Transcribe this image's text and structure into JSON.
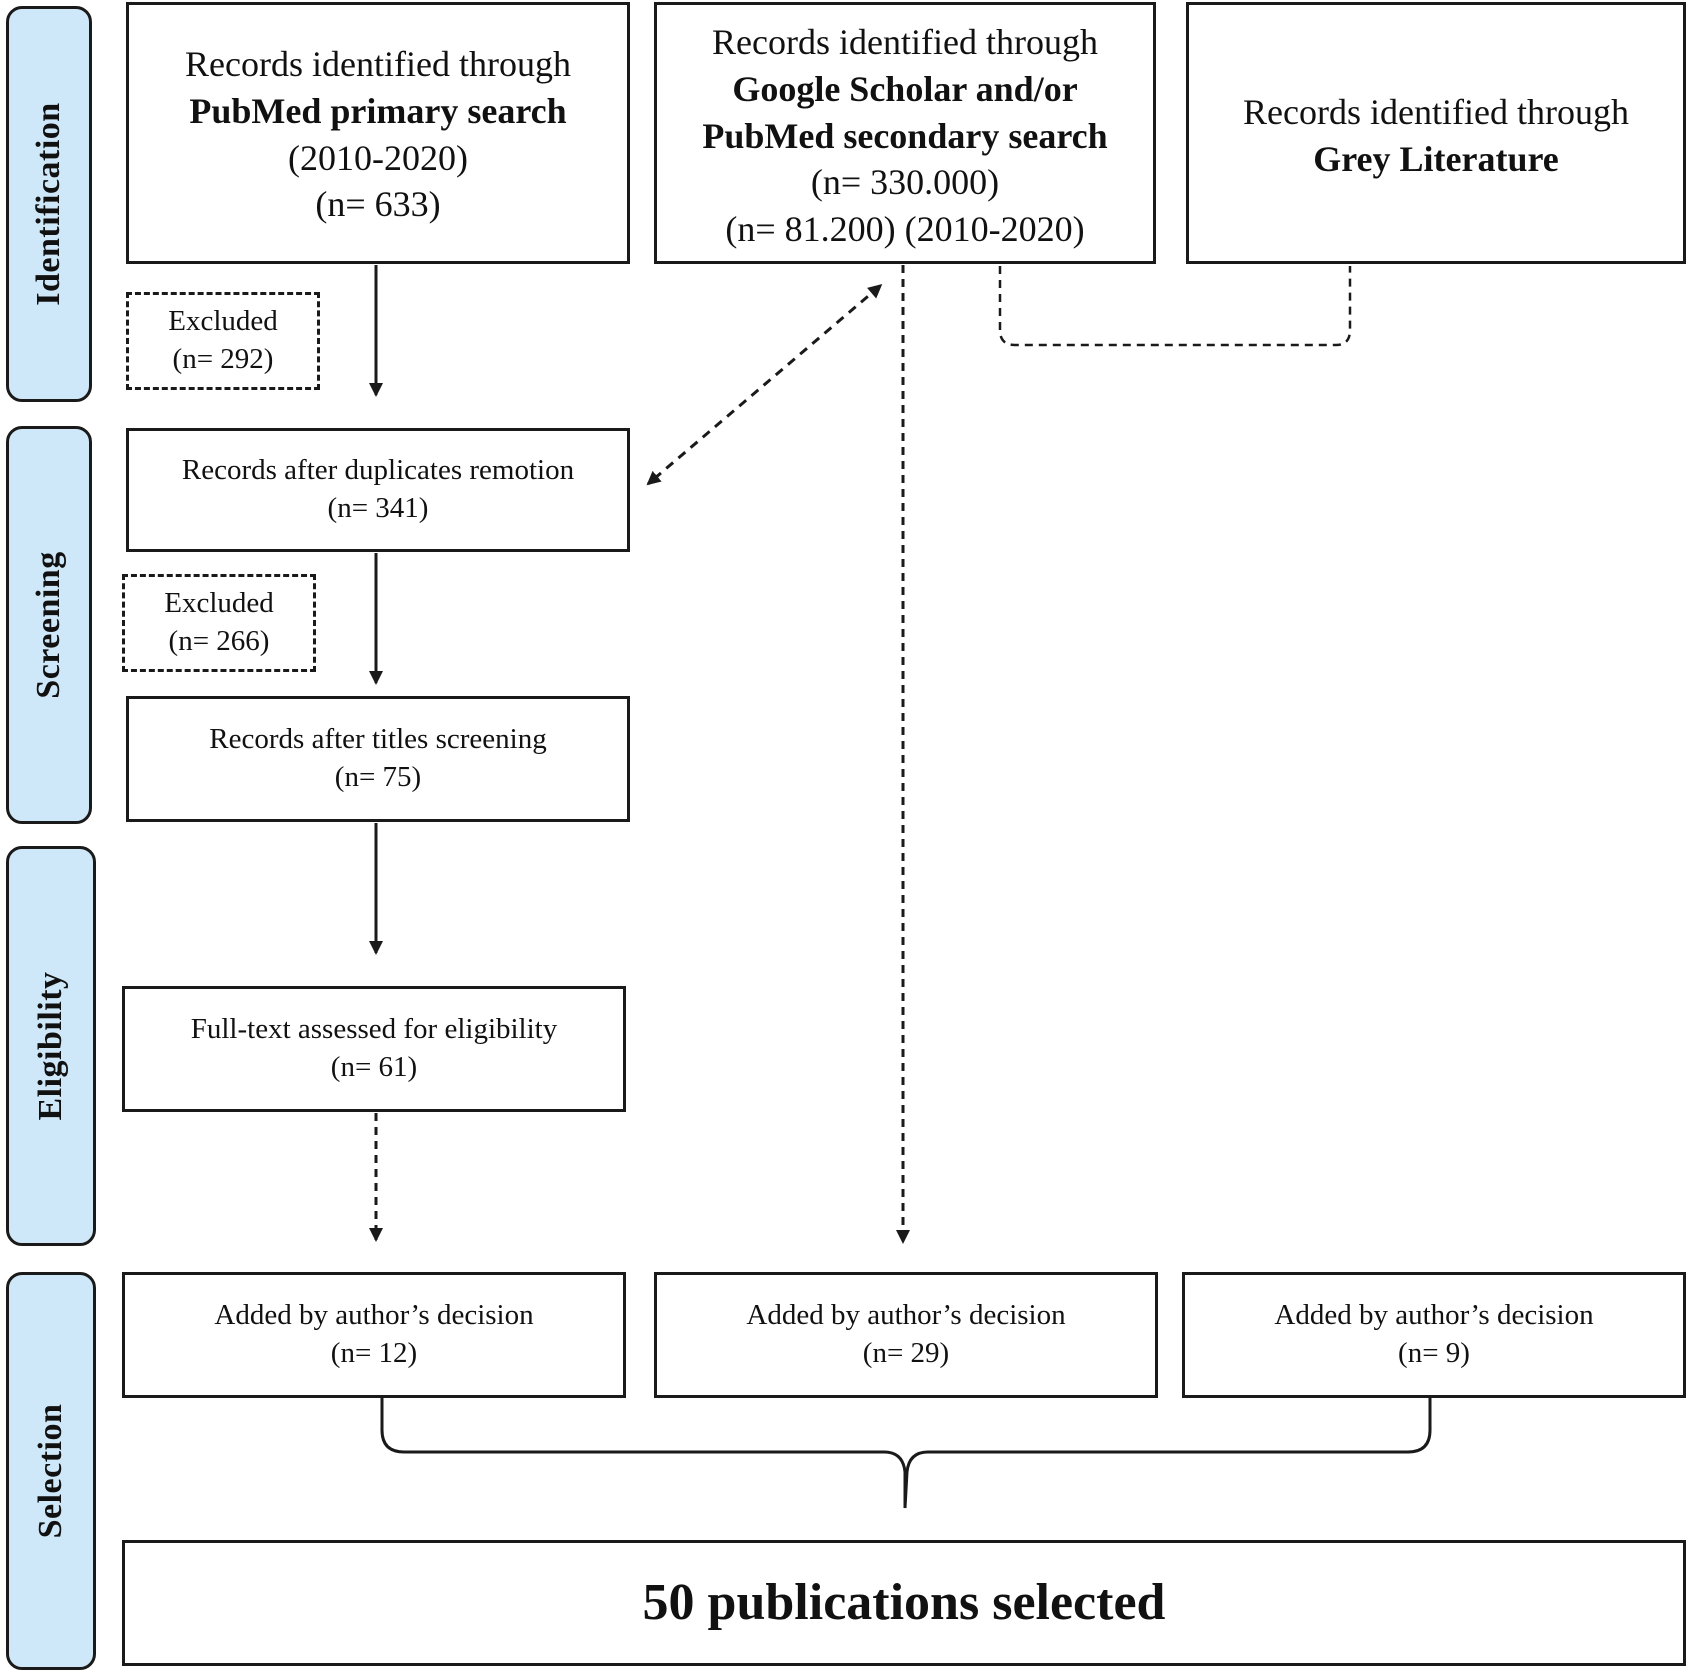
{
  "phases": {
    "identification": "Identification",
    "screening": "Screening",
    "eligibility": "Eligibility",
    "selection": "Selection"
  },
  "boxes": {
    "pubmed": {
      "line1": "Records identified through",
      "line2": "PubMed primary search",
      "line3": "(2010-2020)",
      "line4": "(n= 633)"
    },
    "scholar": {
      "line1": "Records identified through",
      "line2": "Google Scholar and/or",
      "line3": "PubMed secondary search",
      "line4": "(n= 330.000)",
      "line5": "(n= 81.200) (2010-2020)"
    },
    "grey": {
      "line1": "Records identified through",
      "line2": "Grey Literature"
    },
    "excluded1": {
      "line1": "Excluded",
      "line2": "(n= 292)"
    },
    "duplicates": {
      "line1": "Records after duplicates remotion",
      "line2": "(n= 341)"
    },
    "excluded2": {
      "line1": "Excluded",
      "line2": "(n= 266)"
    },
    "titles": {
      "line1": "Records after titles screening",
      "line2": "(n= 75)"
    },
    "fulltext": {
      "line1": "Full-text assessed for eligibility",
      "line2": "(n= 61)"
    },
    "added1": {
      "line1": "Added by author’s decision",
      "line2": "(n= 12)"
    },
    "added2": {
      "line1": "Added by author’s decision",
      "line2": "(n= 29)"
    },
    "added3": {
      "line1": "Added by author’s decision",
      "line2": "(n= 9)"
    },
    "final": {
      "label": "50 publications selected"
    }
  },
  "colors": {
    "phase_fill": "#cfe8f9",
    "stroke": "#1a1a1a"
  }
}
